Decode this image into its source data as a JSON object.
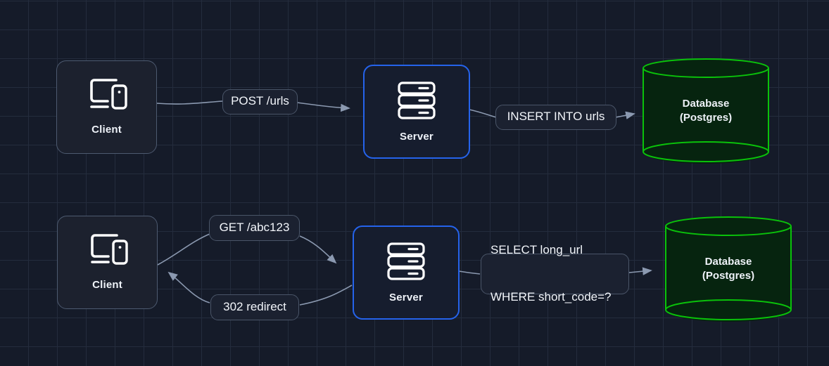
{
  "diagram": {
    "title": "URL Shortener Request Flow",
    "background_color": "#151b29",
    "grid_color": "#242c3d",
    "edge_color": "#8b99b0"
  },
  "nodes": [
    {
      "id": "client-top",
      "label": "Client",
      "icon": "desktop-mobile-icon",
      "type": "box",
      "accent": "#4d5a70"
    },
    {
      "id": "server-top",
      "label": "Server",
      "icon": "server-rack-icon",
      "type": "box",
      "accent": "#2563eb"
    },
    {
      "id": "database-top",
      "label_line1": "Database",
      "label_line2": "(Postgres)",
      "icon": "database-cylinder-icon",
      "type": "cylinder",
      "accent": "#0ac20a",
      "fill": "#06240f"
    },
    {
      "id": "client-bottom",
      "label": "Client",
      "icon": "desktop-mobile-icon",
      "type": "box",
      "accent": "#4d5a70"
    },
    {
      "id": "server-bottom",
      "label": "Server",
      "icon": "server-rack-icon",
      "type": "box",
      "accent": "#2563eb"
    },
    {
      "id": "database-bottom",
      "label_line1": "Database",
      "label_line2": "(Postgres)",
      "icon": "database-cylinder-icon",
      "type": "cylinder",
      "accent": "#0ac20a",
      "fill": "#06240f"
    }
  ],
  "edges": [
    {
      "id": "edge-post-urls",
      "label": "POST /urls",
      "from": "client-top",
      "to": "server-top",
      "direction": "forward"
    },
    {
      "id": "edge-insert-into-urls",
      "label": "INSERT INTO urls",
      "from": "server-top",
      "to": "database-top",
      "direction": "forward"
    },
    {
      "id": "edge-get-abc123",
      "label": "GET /abc123",
      "from": "client-bottom",
      "to": "server-bottom",
      "direction": "forward"
    },
    {
      "id": "edge-302-redirect",
      "label": "302 redirect",
      "from": "server-bottom",
      "to": "client-bottom",
      "direction": "backward"
    },
    {
      "id": "edge-select-long-url",
      "label_line1": "SELECT long_url",
      "label_line2": "WHERE short_code=?",
      "from": "server-bottom",
      "to": "database-bottom",
      "direction": "forward"
    }
  ]
}
